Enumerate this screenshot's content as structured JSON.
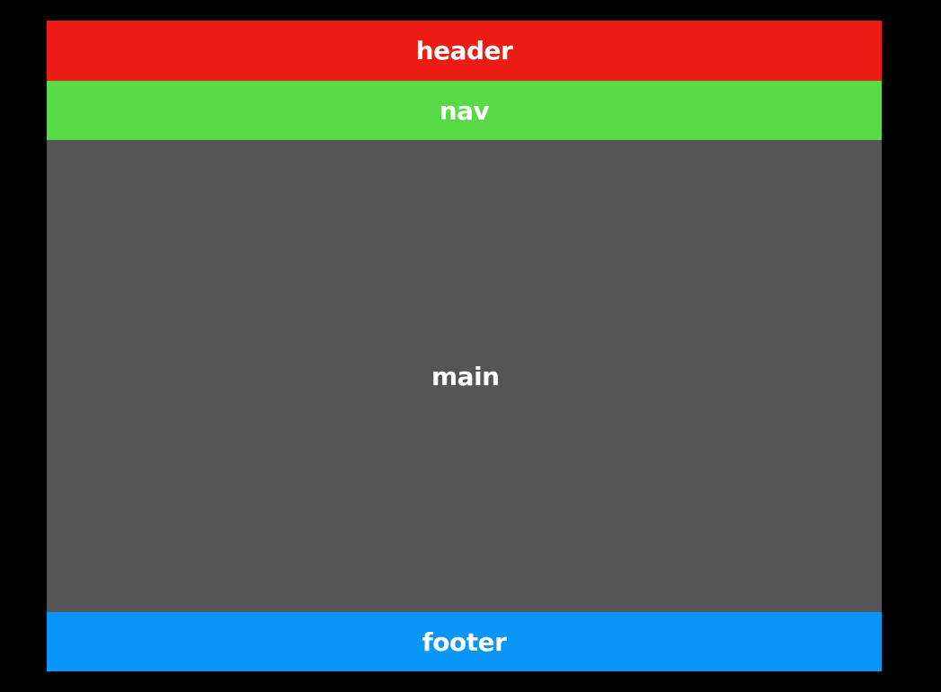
{
  "header": {
    "label": "header",
    "color": "#ec1c14"
  },
  "nav": {
    "label": "nav",
    "color": "#58d946"
  },
  "main": {
    "label": "main",
    "color": "#555555"
  },
  "footer": {
    "label": "footer",
    "color": "#0a96f8"
  },
  "background_color": "#000000"
}
